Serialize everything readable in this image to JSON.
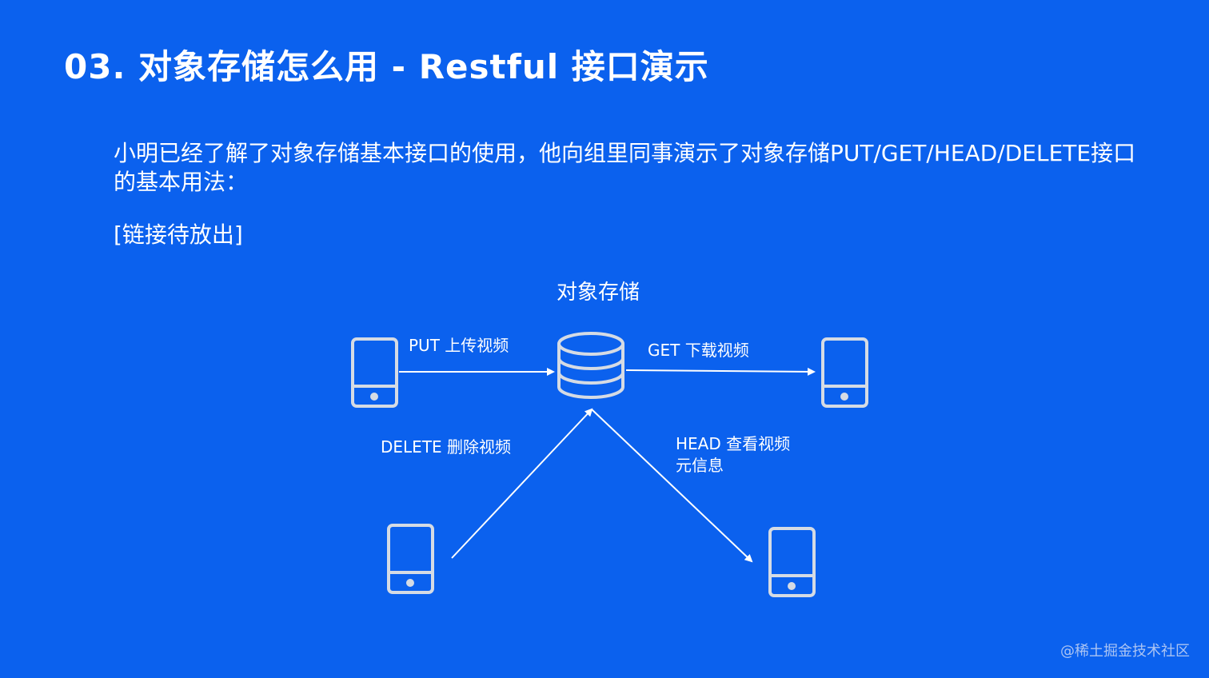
{
  "title": "03. 对象存储怎么用 - Restful 接口演示",
  "paragraph": "小明已经了解了对象存储基本接口的使用，他向组里同事演示了对象存储PUT/GET/HEAD/DELETE接口的基本用法：",
  "link_placeholder": "[链接待放出]",
  "diagram": {
    "center_label": "对象存储",
    "edges": {
      "put": "PUT 上传视频",
      "get": "GET 下载视频",
      "delete": "DELETE 删除视频",
      "head_line1": "HEAD 查看视频",
      "head_line2": "元信息"
    },
    "nodes": {
      "storage": "database-icon",
      "clients": [
        "phone-icon",
        "phone-icon",
        "phone-icon",
        "phone-icon"
      ]
    }
  },
  "watermark": "@稀土掘金技术社区",
  "colors": {
    "background": "#0b61ee",
    "text": "#ffffff",
    "icon_stroke": "#d5dbe4"
  }
}
